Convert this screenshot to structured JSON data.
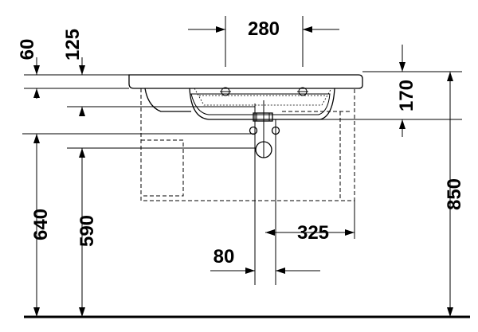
{
  "dimensions": {
    "width_280": "280",
    "height_60": "60",
    "height_125": "125",
    "height_170": "170",
    "height_640": "640",
    "height_590": "590",
    "height_850": "850",
    "offset_325": "325",
    "offset_80": "80"
  },
  "colors": {
    "line": "#000000",
    "background": "#ffffff"
  }
}
